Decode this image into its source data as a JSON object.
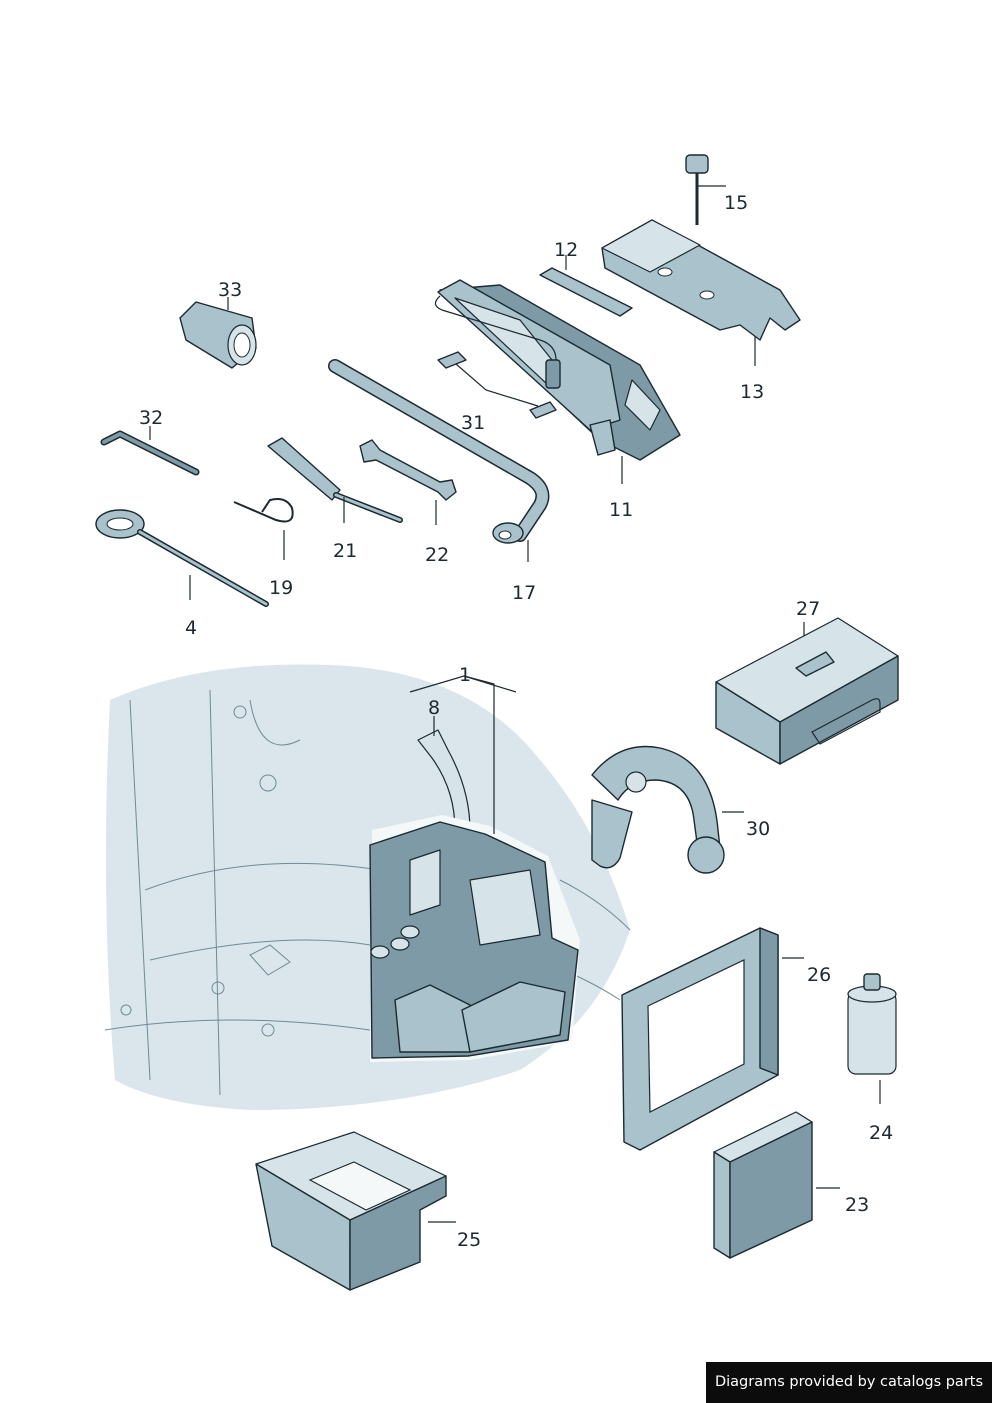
{
  "callouts": {
    "c1": "1",
    "c4": "4",
    "c8": "8",
    "c11": "11",
    "c12": "12",
    "c13": "13",
    "c15": "15",
    "c17": "17",
    "c19": "19",
    "c21": "21",
    "c22": "22",
    "c23": "23",
    "c24": "24",
    "c25": "25",
    "c26": "26",
    "c27": "27",
    "c30": "30",
    "c31": "31",
    "c32": "32",
    "c33": "33"
  },
  "watermark": "Diagrams provided by catalogs parts",
  "colors": {
    "part_fill": "#a9c2cc",
    "part_dark": "#7d9aa6",
    "outline": "#1b2a30",
    "vehicle_shell": "#cddde4"
  }
}
